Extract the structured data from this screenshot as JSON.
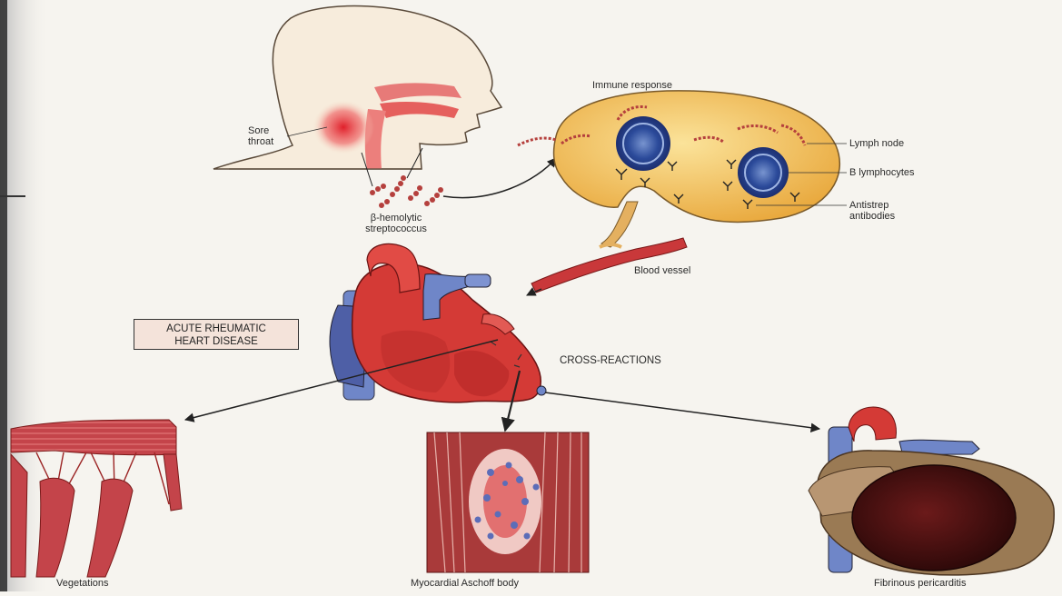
{
  "labels": {
    "sore_throat": "Sore\nthroat",
    "immune_response": "Immune response",
    "lymph_node": "Lymph node",
    "b_lymphocytes": "B lymphocytes",
    "antistrep_antibodies": "Antistrep\nantibodies",
    "streptococcus": "β-hemolytic\nstreptococcus",
    "blood_vessel": "Blood vessel",
    "disease_box": "ACUTE RHEUMATIC\nHEART DISEASE",
    "cross_reactions": "CROSS-REACTIONS",
    "vegetations": "Vegetations",
    "aschoff_body": "Myocardial Aschoff body",
    "fibrinous_pericarditis": "Fibrinous pericarditis"
  },
  "colors": {
    "background": "#f6f4ef",
    "skin": "#f6e7d2",
    "throat": "#e33b3b",
    "lymph_node": "#f2bf57",
    "lymphocyte": "#2e4f9a",
    "heart_red": "#cf3232",
    "vessel_blue": "#6b7ec8",
    "arrow": "#222222",
    "pericardium": "#4a1414"
  }
}
